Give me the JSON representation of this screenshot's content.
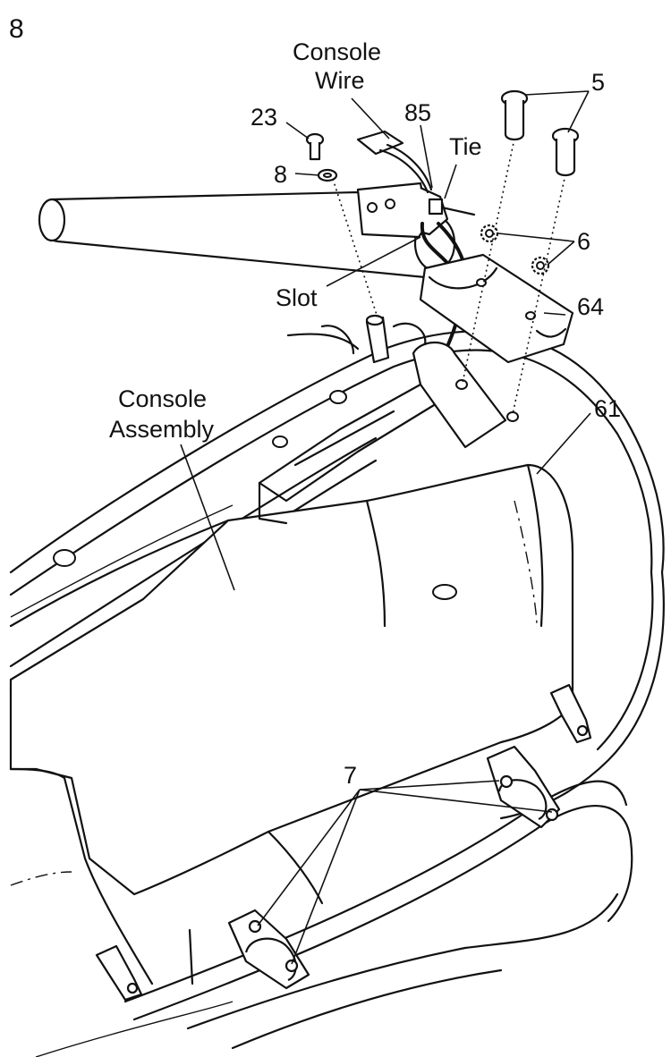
{
  "step": "8",
  "labels": {
    "console_wire_1": "Console",
    "console_wire_2": "Wire",
    "p85": "85",
    "tie": "Tie",
    "p5": "5",
    "p23": "23",
    "p8": "8",
    "p6": "6",
    "slot": "Slot",
    "p64": "64",
    "console_assembly_1": "Console",
    "console_assembly_2": "Assembly",
    "p61": "61",
    "p7": "7"
  }
}
